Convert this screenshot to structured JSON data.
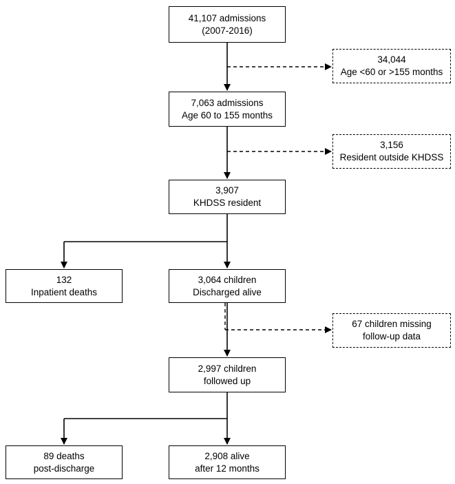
{
  "nodes": {
    "admissions_total": {
      "line1": "41,107 admissions",
      "line2": "(2007-2016)"
    },
    "excluded_age": {
      "line1": "34,044",
      "line2": "Age <60 or >155 months"
    },
    "admissions_age": {
      "line1": "7,063 admissions",
      "line2": "Age 60 to 155 months"
    },
    "excluded_residence": {
      "line1": "3,156",
      "line2": "Resident outside KHDSS"
    },
    "khdss_resident": {
      "line1": "3,907",
      "line2": "KHDSS resident"
    },
    "inpatient_deaths": {
      "line1": "132",
      "line2": "Inpatient deaths"
    },
    "discharged_alive": {
      "line1": "3,064 children",
      "line2": "Discharged alive"
    },
    "missing_followup": {
      "line1": "67 children missing",
      "line2": "follow-up data"
    },
    "followed_up": {
      "line1": "2,997 children",
      "line2": "followed up"
    },
    "deaths_post_discharge": {
      "line1": "89 deaths",
      "line2": "post-discharge"
    },
    "alive_12_months": {
      "line1": "2,908 alive",
      "line2": "after 12 months"
    }
  },
  "edges": [
    {
      "from": "admissions_total",
      "to": "admissions_age",
      "style": "solid"
    },
    {
      "from": "admissions_total",
      "to": "excluded_age",
      "style": "dashed"
    },
    {
      "from": "admissions_age",
      "to": "khdss_resident",
      "style": "solid"
    },
    {
      "from": "admissions_age",
      "to": "excluded_residence",
      "style": "dashed"
    },
    {
      "from": "khdss_resident",
      "to": "inpatient_deaths",
      "style": "solid"
    },
    {
      "from": "khdss_resident",
      "to": "discharged_alive",
      "style": "solid"
    },
    {
      "from": "discharged_alive",
      "to": "followed_up",
      "style": "solid"
    },
    {
      "from": "discharged_alive",
      "to": "missing_followup",
      "style": "dashed"
    },
    {
      "from": "followed_up",
      "to": "deaths_post_discharge",
      "style": "solid"
    },
    {
      "from": "followed_up",
      "to": "alive_12_months",
      "style": "solid"
    }
  ]
}
